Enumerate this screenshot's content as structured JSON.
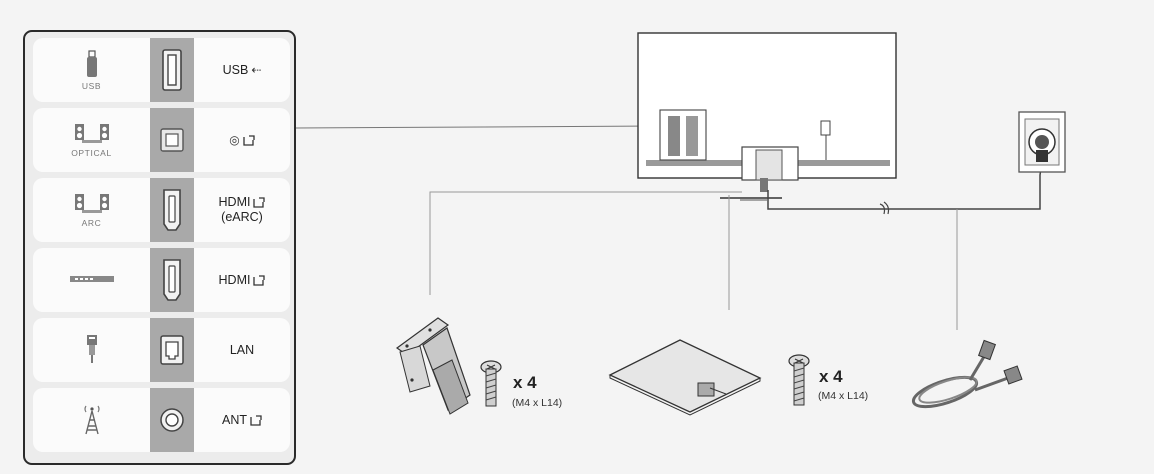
{
  "ports": [
    {
      "device_label": "USB",
      "device_icon": "usb-stick-icon",
      "port_icon": "usb-port-icon",
      "connector_label": "USB",
      "connector_glyph": "⇠",
      "connector_sub": ""
    },
    {
      "device_label": "OPTICAL",
      "device_icon": "speakers-icon",
      "port_icon": "optical-port-icon",
      "connector_label": "",
      "connector_glyph": "◎",
      "connector_sub": ""
    },
    {
      "device_label": "ARC",
      "device_icon": "speakers-icon",
      "port_icon": "hdmi-port-icon",
      "connector_label": "HDMI",
      "connector_glyph": "",
      "connector_sub": "(eARC)"
    },
    {
      "device_label": "",
      "device_icon": "set-top-box-icon",
      "port_icon": "hdmi-port-icon",
      "connector_label": "HDMI",
      "connector_glyph": "",
      "connector_sub": ""
    },
    {
      "device_label": "",
      "device_icon": "lan-cable-icon",
      "port_icon": "lan-port-icon",
      "connector_label": "LAN",
      "connector_glyph": "",
      "connector_sub": ""
    },
    {
      "device_label": "",
      "device_icon": "antenna-tower-icon",
      "port_icon": "ant-port-icon",
      "connector_label": "ANT",
      "connector_glyph": "",
      "connector_sub": ""
    }
  ],
  "components": [
    {
      "name": "stand-neck",
      "icon": "stand-neck-icon"
    },
    {
      "name": "screws-neck",
      "icon": "screw-icon",
      "quantity": "x 4",
      "size": "(M4 x L14)"
    },
    {
      "name": "stand-base",
      "icon": "stand-base-icon"
    },
    {
      "name": "screws-base",
      "icon": "screw-icon",
      "quantity": "x 4",
      "size": "(M4 x L14)"
    },
    {
      "name": "power-cord",
      "icon": "power-cord-icon"
    }
  ],
  "colors": {
    "panel_gray": "#a9a9a9",
    "line": "#555555",
    "background": "#f4f4f4"
  }
}
